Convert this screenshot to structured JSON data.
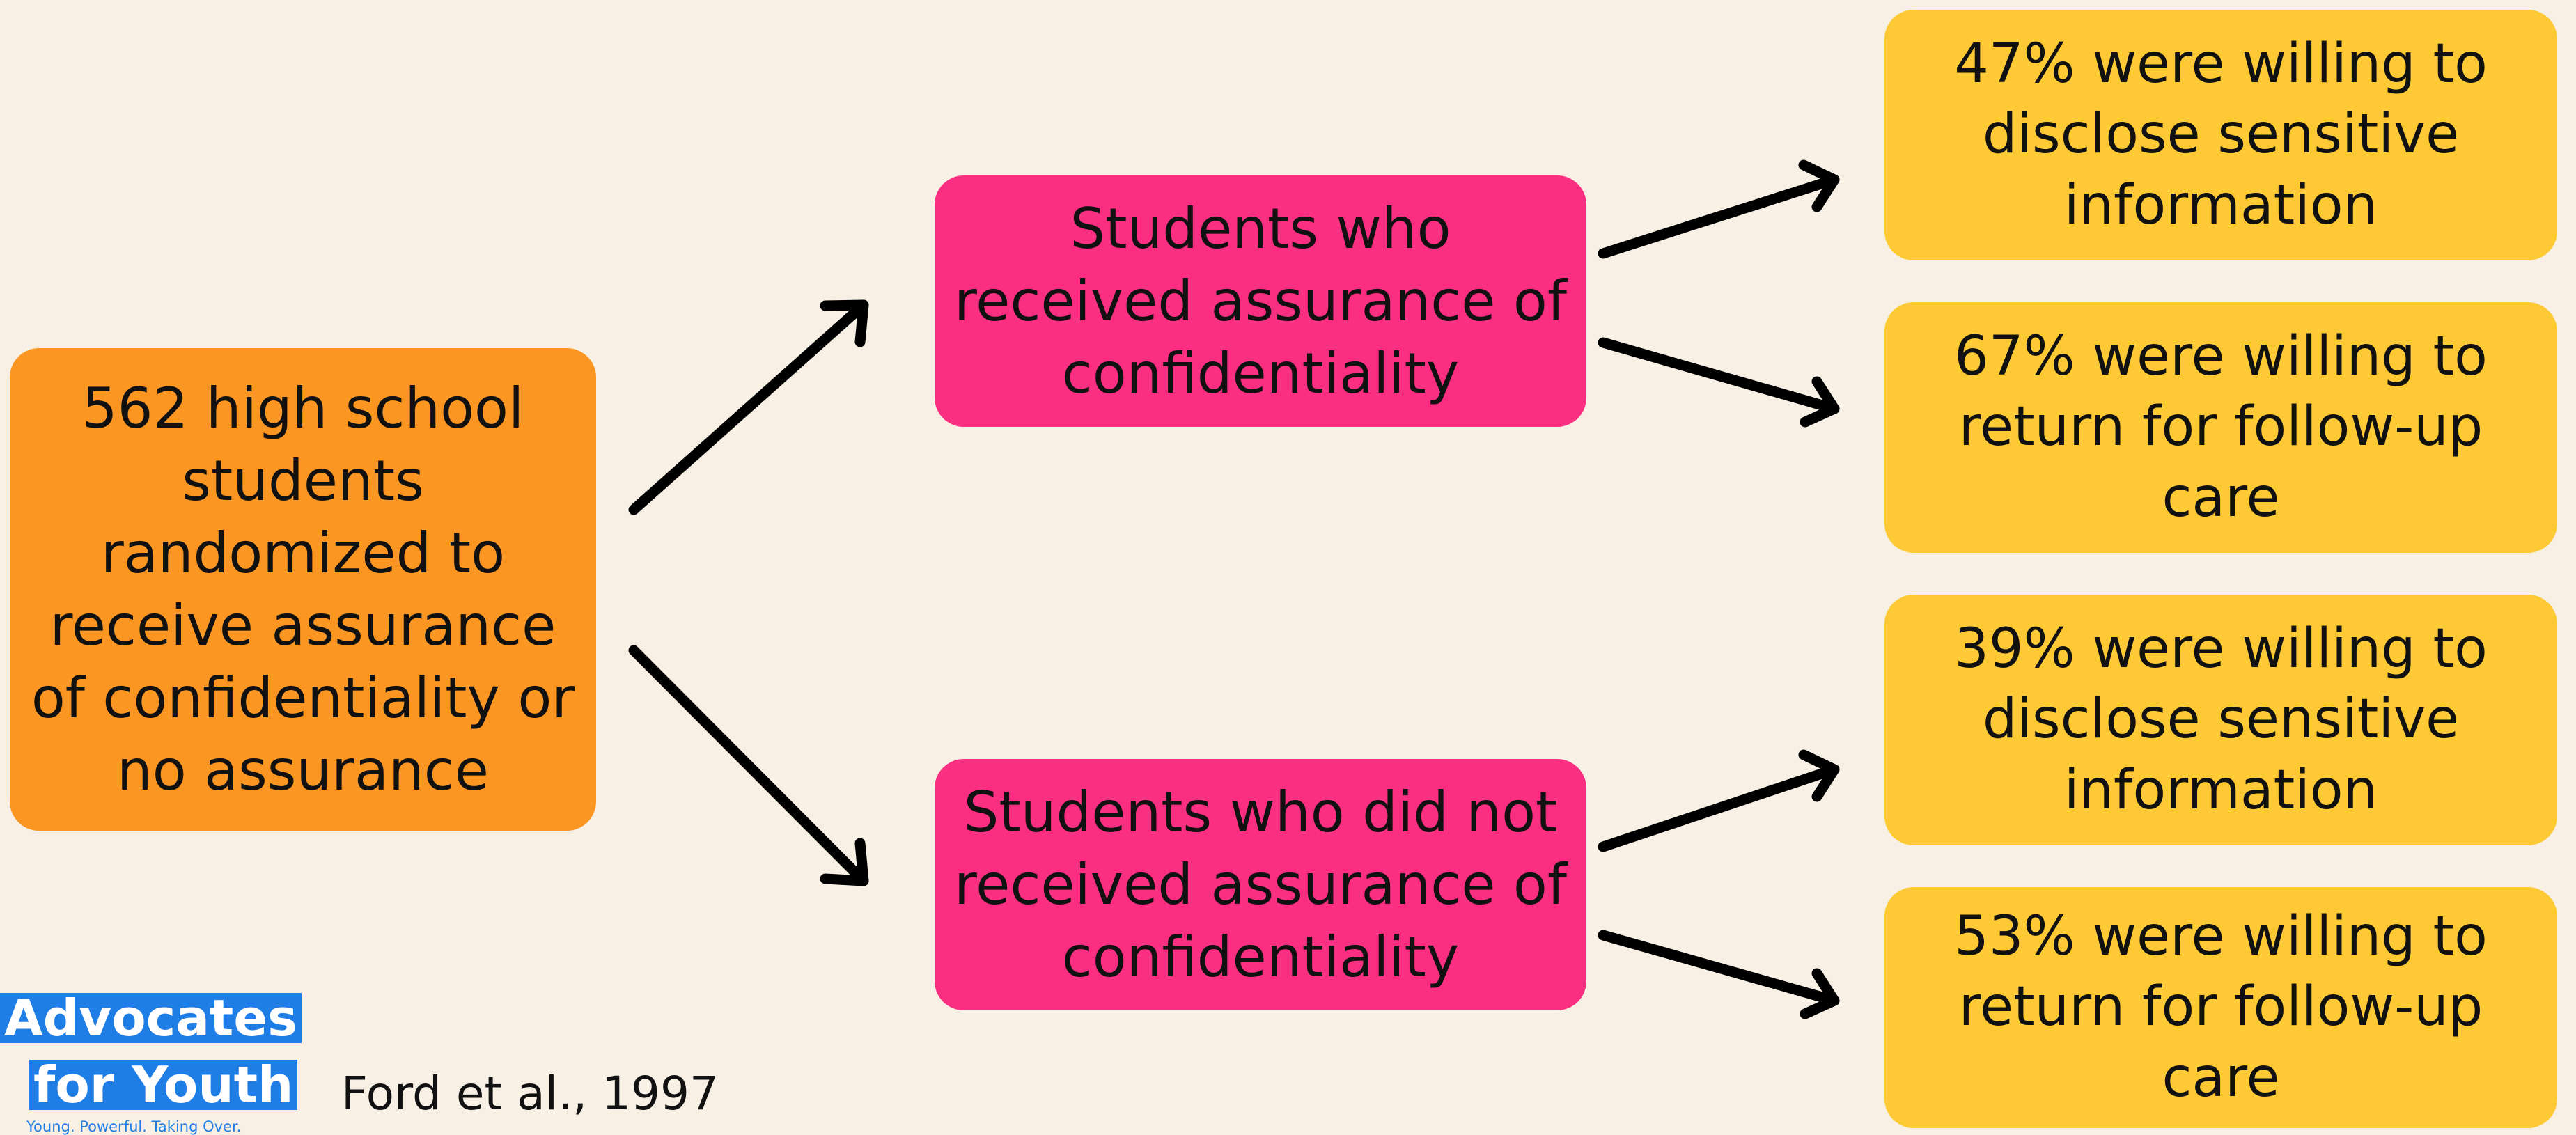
{
  "nodes": {
    "root": {
      "lines": [
        "562 high school",
        "students",
        "randomized to",
        "receive assurance",
        "of confidentiality or",
        "no assurance"
      ],
      "color": "#fb9622"
    },
    "assured_group": {
      "lines": [
        "Students who",
        "received assurance of",
        "confidentiality"
      ],
      "color": "#fb2f81"
    },
    "unassured_group": {
      "lines": [
        "Students who did not",
        "received assurance of",
        "confidentiality"
      ],
      "color": "#fb2f81"
    }
  },
  "outcomes": [
    {
      "lines": [
        "47% were willing to",
        "disclose sensitive",
        "information"
      ],
      "color": "#fdca35"
    },
    {
      "lines": [
        "67% were willing to",
        "return for follow-up",
        "care"
      ],
      "color": "#fdca35"
    },
    {
      "lines": [
        "39% were willing to",
        "disclose sensitive",
        "information"
      ],
      "color": "#fdca35"
    },
    {
      "lines": [
        "53% were willing to",
        "return for follow-up",
        "care"
      ],
      "color": "#fdca35"
    }
  ],
  "edges": [
    {
      "from": "root",
      "to": "assured_group"
    },
    {
      "from": "root",
      "to": "unassured_group"
    },
    {
      "from": "assured_group",
      "to": "outcome-1"
    },
    {
      "from": "assured_group",
      "to": "outcome-2"
    },
    {
      "from": "unassured_group",
      "to": "outcome-3"
    },
    {
      "from": "unassured_group",
      "to": "outcome-4"
    }
  ],
  "logo": {
    "line1": "Advocates",
    "line2": "for Youth",
    "tagline": "Young. Powerful. Taking Over.",
    "color": "#1f7de6"
  },
  "citation": "Ford et al., 1997",
  "colors": {
    "background": "#f8f0e5",
    "arrow": "#000000"
  }
}
